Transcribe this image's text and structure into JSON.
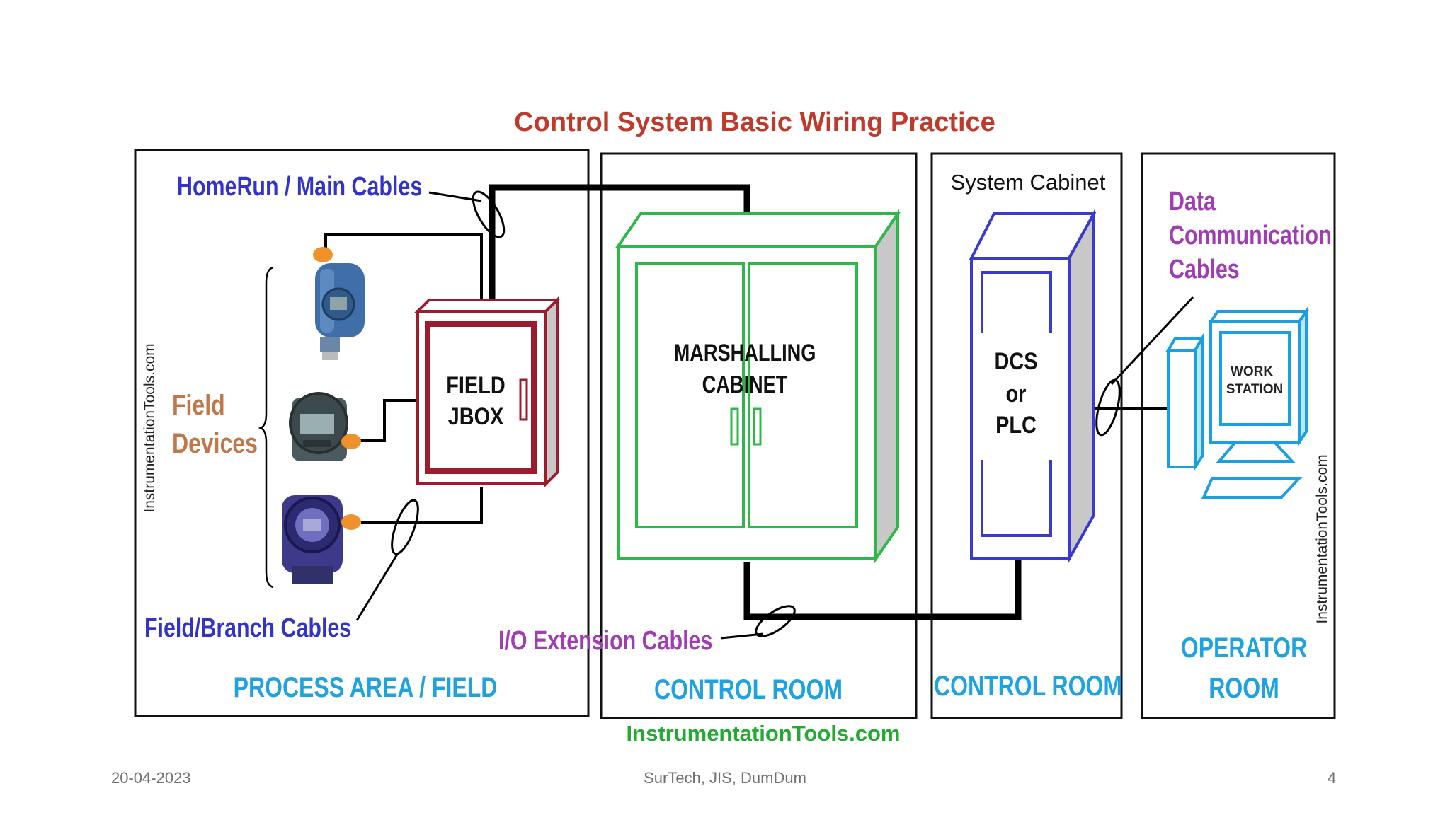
{
  "title": "Control System Basic Wiring Practice",
  "labels": {
    "homerun_cables": "HomeRun / Main Cables",
    "field_devices_line1": "Field",
    "field_devices_line2": "Devices",
    "field_branch_cables": "Field/Branch Cables",
    "field_jbox_line1": "FIELD",
    "field_jbox_line2": "JBOX",
    "marshalling_line1": "MARSHALLING",
    "marshalling_line2": "CABINET",
    "io_extension_cables": "I/O Extension Cables",
    "system_cabinet": "System Cabinet",
    "dcs_line1": "DCS",
    "dcs_line2": "or",
    "dcs_line3": "PLC",
    "data_comm_line1": "Data",
    "data_comm_line2": "Communication",
    "data_comm_line3": "Cables",
    "workstation_line1": "WORK",
    "workstation_line2": "STATION"
  },
  "zones": {
    "process_area": "PROCESS AREA / FIELD",
    "control_room_1": "CONTROL ROOM",
    "control_room_2": "CONTROL ROOM",
    "operator_room_line1": "OPERATOR",
    "operator_room_line2": "ROOM"
  },
  "watermarks": {
    "left": "InstrumentationTools.com",
    "right": "InstrumentationTools.com",
    "bottom": "InstrumentationTools.com"
  },
  "footer": {
    "date": "20-04-2023",
    "center": "SurTech, JIS, DumDum",
    "page": "4"
  },
  "colors": {
    "title": "#c0392b",
    "blue_label": "#3333cc",
    "field_devices": "#c0784a",
    "purple_label": "#a03cb4",
    "zone_label": "#1fa2e0",
    "watermark_green": "#22aa33",
    "jbox": "#9b1c2c",
    "marshalling": "#2eb84a",
    "dcs": "#3a3ad0",
    "workstation": "#1aa0e0"
  }
}
